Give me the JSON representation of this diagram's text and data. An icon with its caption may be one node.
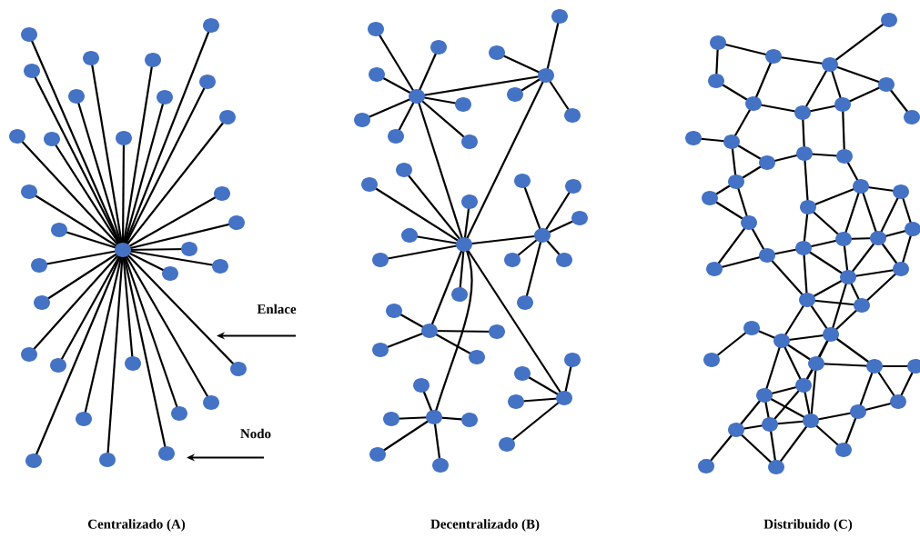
{
  "diagram": {
    "nodes": [
      {
        "text": [
          "Enlace"
        ]
      },
      {
        "text": [
          "Nodo"
        ]
      }
    ],
    "edges": [
      {
        "from": 0,
        "to": null,
        "arrow": "to"
      },
      {
        "from": 1,
        "to": null,
        "arrow": "to"
      }
    ],
    "labels": [
      "Centralizado (A)",
      "Decentralizado (B)",
      "Distribuido (C)"
    ]
  }
}
